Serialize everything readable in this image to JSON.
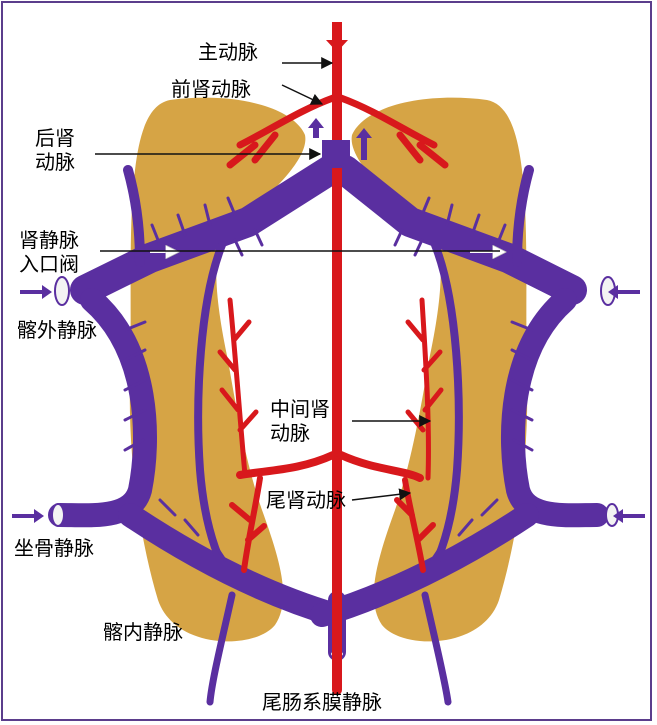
{
  "colors": {
    "kidney": "#d6a445",
    "vein": "#5a2fa0",
    "artery": "#d8181c",
    "frame": "#5b3d8c",
    "pointer": "#111111",
    "opening": "#f3f3f3"
  },
  "labels": {
    "aorta": "主动脉",
    "anterior_renal_artery": "前肾动脉",
    "posterior_renal_artery": "后肾\n动脉",
    "renal_portal_valve": "肾静脉\n入口阀",
    "external_iliac_vein": "髂外静脉",
    "middle_renal_artery": "中间肾\n动脉",
    "caudal_renal_artery": "尾肾动脉",
    "sciatic_vein": "坐骨静脉",
    "internal_iliac_vein": "髂内静脉",
    "caudal_mesenteric_vein": "尾肠系膜静脉"
  }
}
